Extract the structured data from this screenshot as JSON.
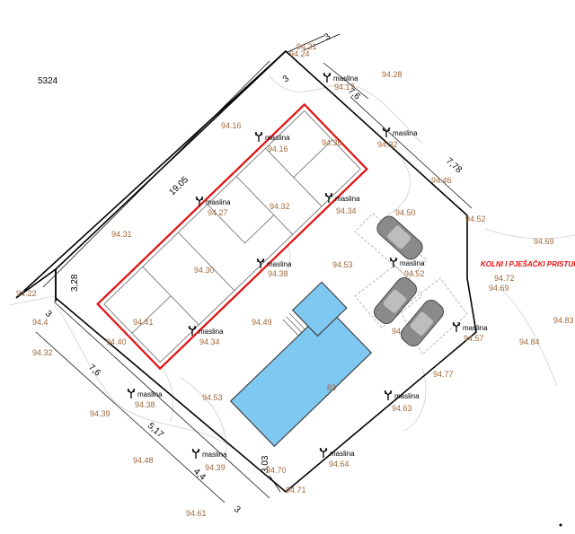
{
  "parcel_number": "5324",
  "access_label": "KOLNI I PJEŠAČKI PRISTUP",
  "tree_label": "maslina",
  "dimensions": {
    "d_3_top": "3",
    "d_3_top2": "3",
    "d_7_6_top": "7,6",
    "d_7_78": "7,78",
    "d_19_05": "19,05",
    "d_3_28": "3,28",
    "d_3_left": "3",
    "d_7_6_left": "7,6",
    "d_5_17": "5,17",
    "d_4_4": "4,4",
    "d_3_03": "3,03",
    "d_3_bottom": "3"
  },
  "elevations": {
    "e1": "94.21",
    "e2": "94.24",
    "e3": "94.28",
    "e4": "94.17",
    "e5": "94.16",
    "e6": "94.16",
    "e7": "94.36",
    "e8": "94.32",
    "e9": "94.46",
    "e10": "94.27",
    "e11": "94.32",
    "e12": "94.34",
    "e13": "94.50",
    "e14": "94.52",
    "e15": "94.69",
    "e16": "94.72",
    "e17": "94.31",
    "e18": "94.30",
    "e19": "94.38",
    "e20": "94.53",
    "e21": "94.52",
    "e22": "94.69",
    "e23": "94.22",
    "e24": "94.4",
    "e25": "94.41",
    "e26": "94.40",
    "e27": "94.32",
    "e28": "94.34",
    "e29": "94.49",
    "e30": "94.57",
    "e31": "94.84",
    "e32": "94.83",
    "e33": "94.38",
    "e34": "94.53",
    "e35": "94.77",
    "e36": "94.39",
    "e37": "94.63",
    "e38": "94.48",
    "e39": "94.39",
    "e40": "94.70",
    "e41": "94.64",
    "e42": "94.71",
    "e43": "94.61",
    "e44": "94",
    "e45": "83"
  },
  "colors": {
    "building_outline": "#e01010",
    "pool_fill": "#7ec8f2",
    "parcel_line": "#000000",
    "elevation_text": "#a0683a",
    "car_fill": "#8a8a8a"
  }
}
